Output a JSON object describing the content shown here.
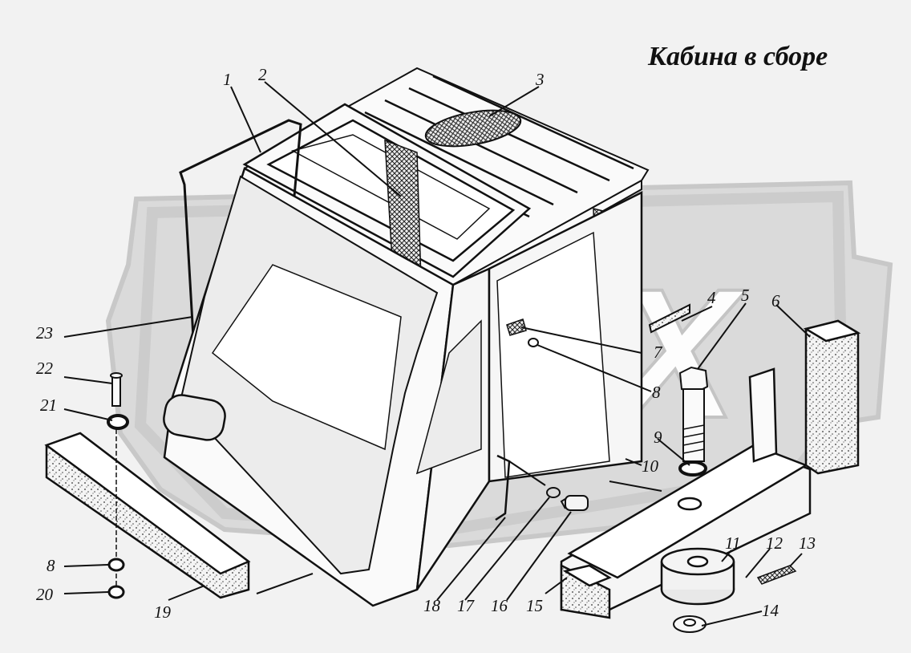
{
  "title": "Кабина в сборе",
  "watermark_text": "ОРЕХ",
  "colors": {
    "background": "#f2f2f2",
    "line": "#111111",
    "watermark": "#d0d0d0"
  },
  "callouts": [
    {
      "label": "1"
    },
    {
      "label": "2"
    },
    {
      "label": "3"
    },
    {
      "label": "4"
    },
    {
      "label": "5"
    },
    {
      "label": "6"
    },
    {
      "label": "7"
    },
    {
      "label": "8"
    },
    {
      "label": "9"
    },
    {
      "label": "10"
    },
    {
      "label": "11"
    },
    {
      "label": "12"
    },
    {
      "label": "13"
    },
    {
      "label": "14"
    },
    {
      "label": "15"
    },
    {
      "label": "16"
    },
    {
      "label": "17"
    },
    {
      "label": "18"
    },
    {
      "label": "19"
    },
    {
      "label": "20"
    },
    {
      "label": "8"
    },
    {
      "label": "21"
    },
    {
      "label": "22"
    },
    {
      "label": "23"
    }
  ]
}
